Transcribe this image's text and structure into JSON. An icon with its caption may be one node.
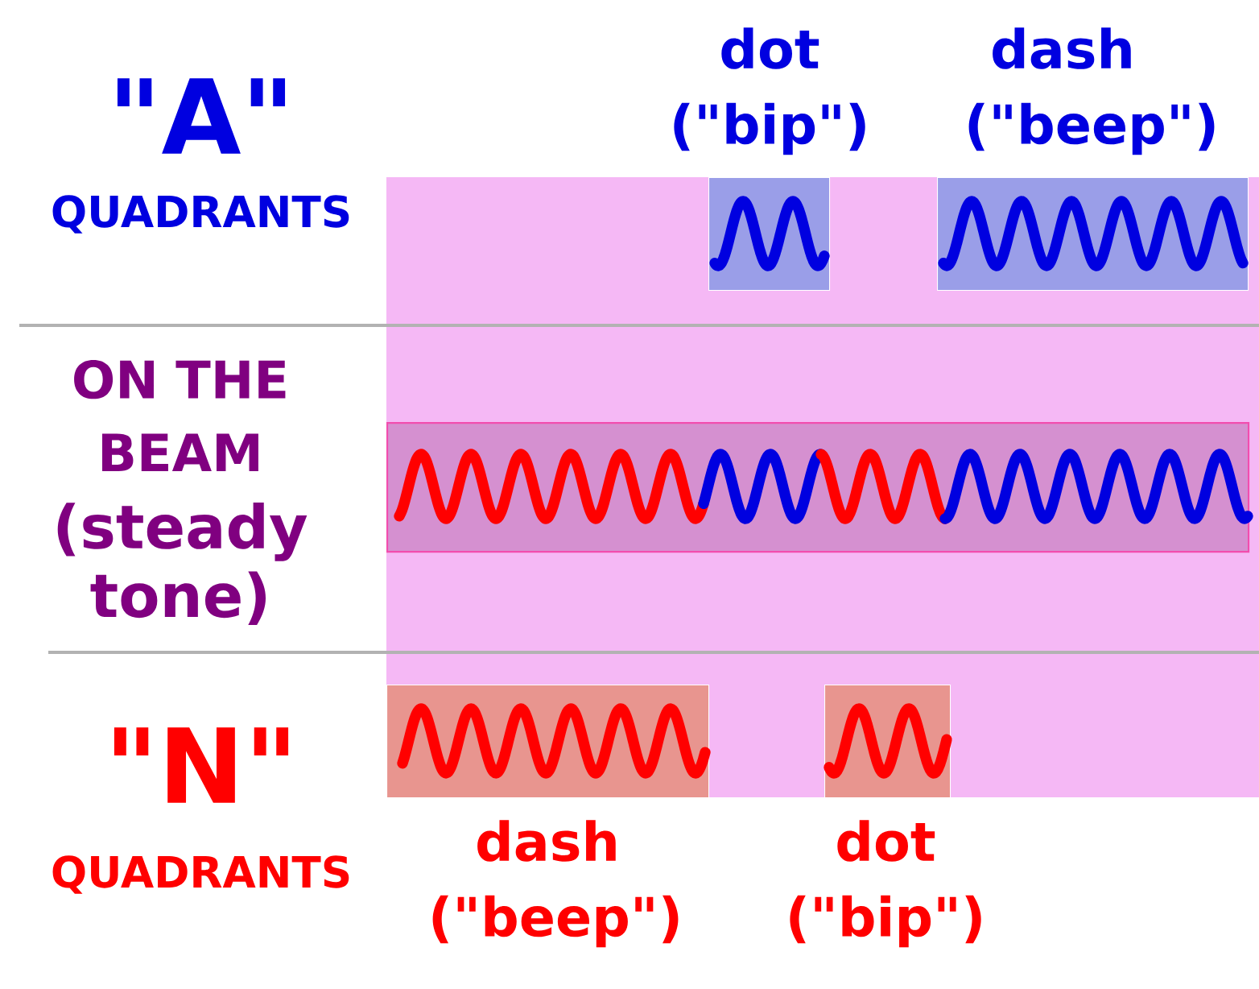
{
  "diagram": {
    "nodes": [
      {
        "text": [],
        "shape": "box",
        "beside": [
          "dot",
          "(\"bip\")"
        ]
      },
      {
        "text": [],
        "shape": "box",
        "beside": [
          "dash",
          "(\"beep\")"
        ]
      },
      {
        "text": [],
        "shape": "bar"
      },
      {
        "text": [],
        "shape": "box",
        "beside": [
          "dash",
          "(\"beep\")"
        ]
      },
      {
        "text": [],
        "shape": "box",
        "beside": [
          "dot",
          "(\"bip\")"
        ]
      }
    ],
    "labels": [
      "\"A\"",
      "QUADRANTS",
      "ON THE BEAM",
      "(steady tone)",
      "\"N\"",
      "QUADRANTS"
    ]
  }
}
